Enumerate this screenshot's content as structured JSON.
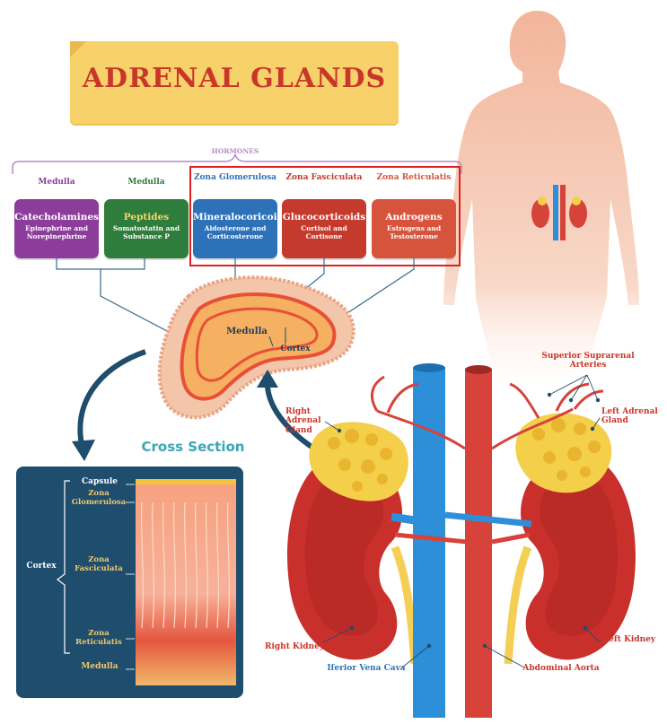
{
  "title": "ADRENAL GLANDS",
  "hormones_label": "HORMONES",
  "hormone_columns": [
    {
      "category": "Medulla",
      "name": "Catecholamines",
      "desc": "Epinephrine and Norepinephrine",
      "color": "#8c3d9c",
      "cat_color": "#8c3d9c"
    },
    {
      "category": "Medulla",
      "name": "Peptides",
      "desc": "Somatostatin and Substance P",
      "color": "#2f7d3c",
      "cat_color": "#2f7d3c"
    },
    {
      "category": "Zona Glomerulosa",
      "name": "Mineralocoricoids",
      "desc": "Aldosterone and Corticosterone",
      "color": "#2d72b8",
      "cat_color": "#2d72b8"
    },
    {
      "category": "Zona Fasciculata",
      "name": "Glucocorticoids",
      "desc": "Cortisol and Cortisone",
      "color": "#c43a2c",
      "cat_color": "#c43a2c"
    },
    {
      "category": "Zona Reticulatis",
      "name": "Androgens",
      "desc": "Estrogens and Testosterone",
      "color": "#d6533c",
      "cat_color": "#d6533c"
    }
  ],
  "gland_labels": {
    "medulla": "Medulla",
    "cortex": "Cortex"
  },
  "cross_section": {
    "heading": "Cross Section",
    "cortex": "Cortex",
    "capsule": "Capsule",
    "zona_glomerulosa": "Zona Glomerulosa",
    "zona_fasciculata": "Zona Fasciculata",
    "zona_reticulatis": "Zona Reticulatis",
    "medulla": "Medulla"
  },
  "anatomy_labels": {
    "superior_arteries": "Superior Suprarenal Arteries",
    "right_adrenal": "Right Adrenal Gland",
    "left_adrenal": "Left Adrenal Gland",
    "right_kidney": "Right Kidney",
    "left_kidney": "Left Kidney",
    "vena_cava": "Iferior Vena Cava",
    "aorta": "Abdominal Aorta"
  },
  "colors": {
    "title_bg": "#f7d26a",
    "title_text": "#c9362a",
    "highlight_box": "#e02020",
    "label_red": "#c9362a",
    "label_blue": "#2d72b8",
    "accent_teal": "#3aa5b7",
    "panel_bg": "#1f4d6d"
  }
}
